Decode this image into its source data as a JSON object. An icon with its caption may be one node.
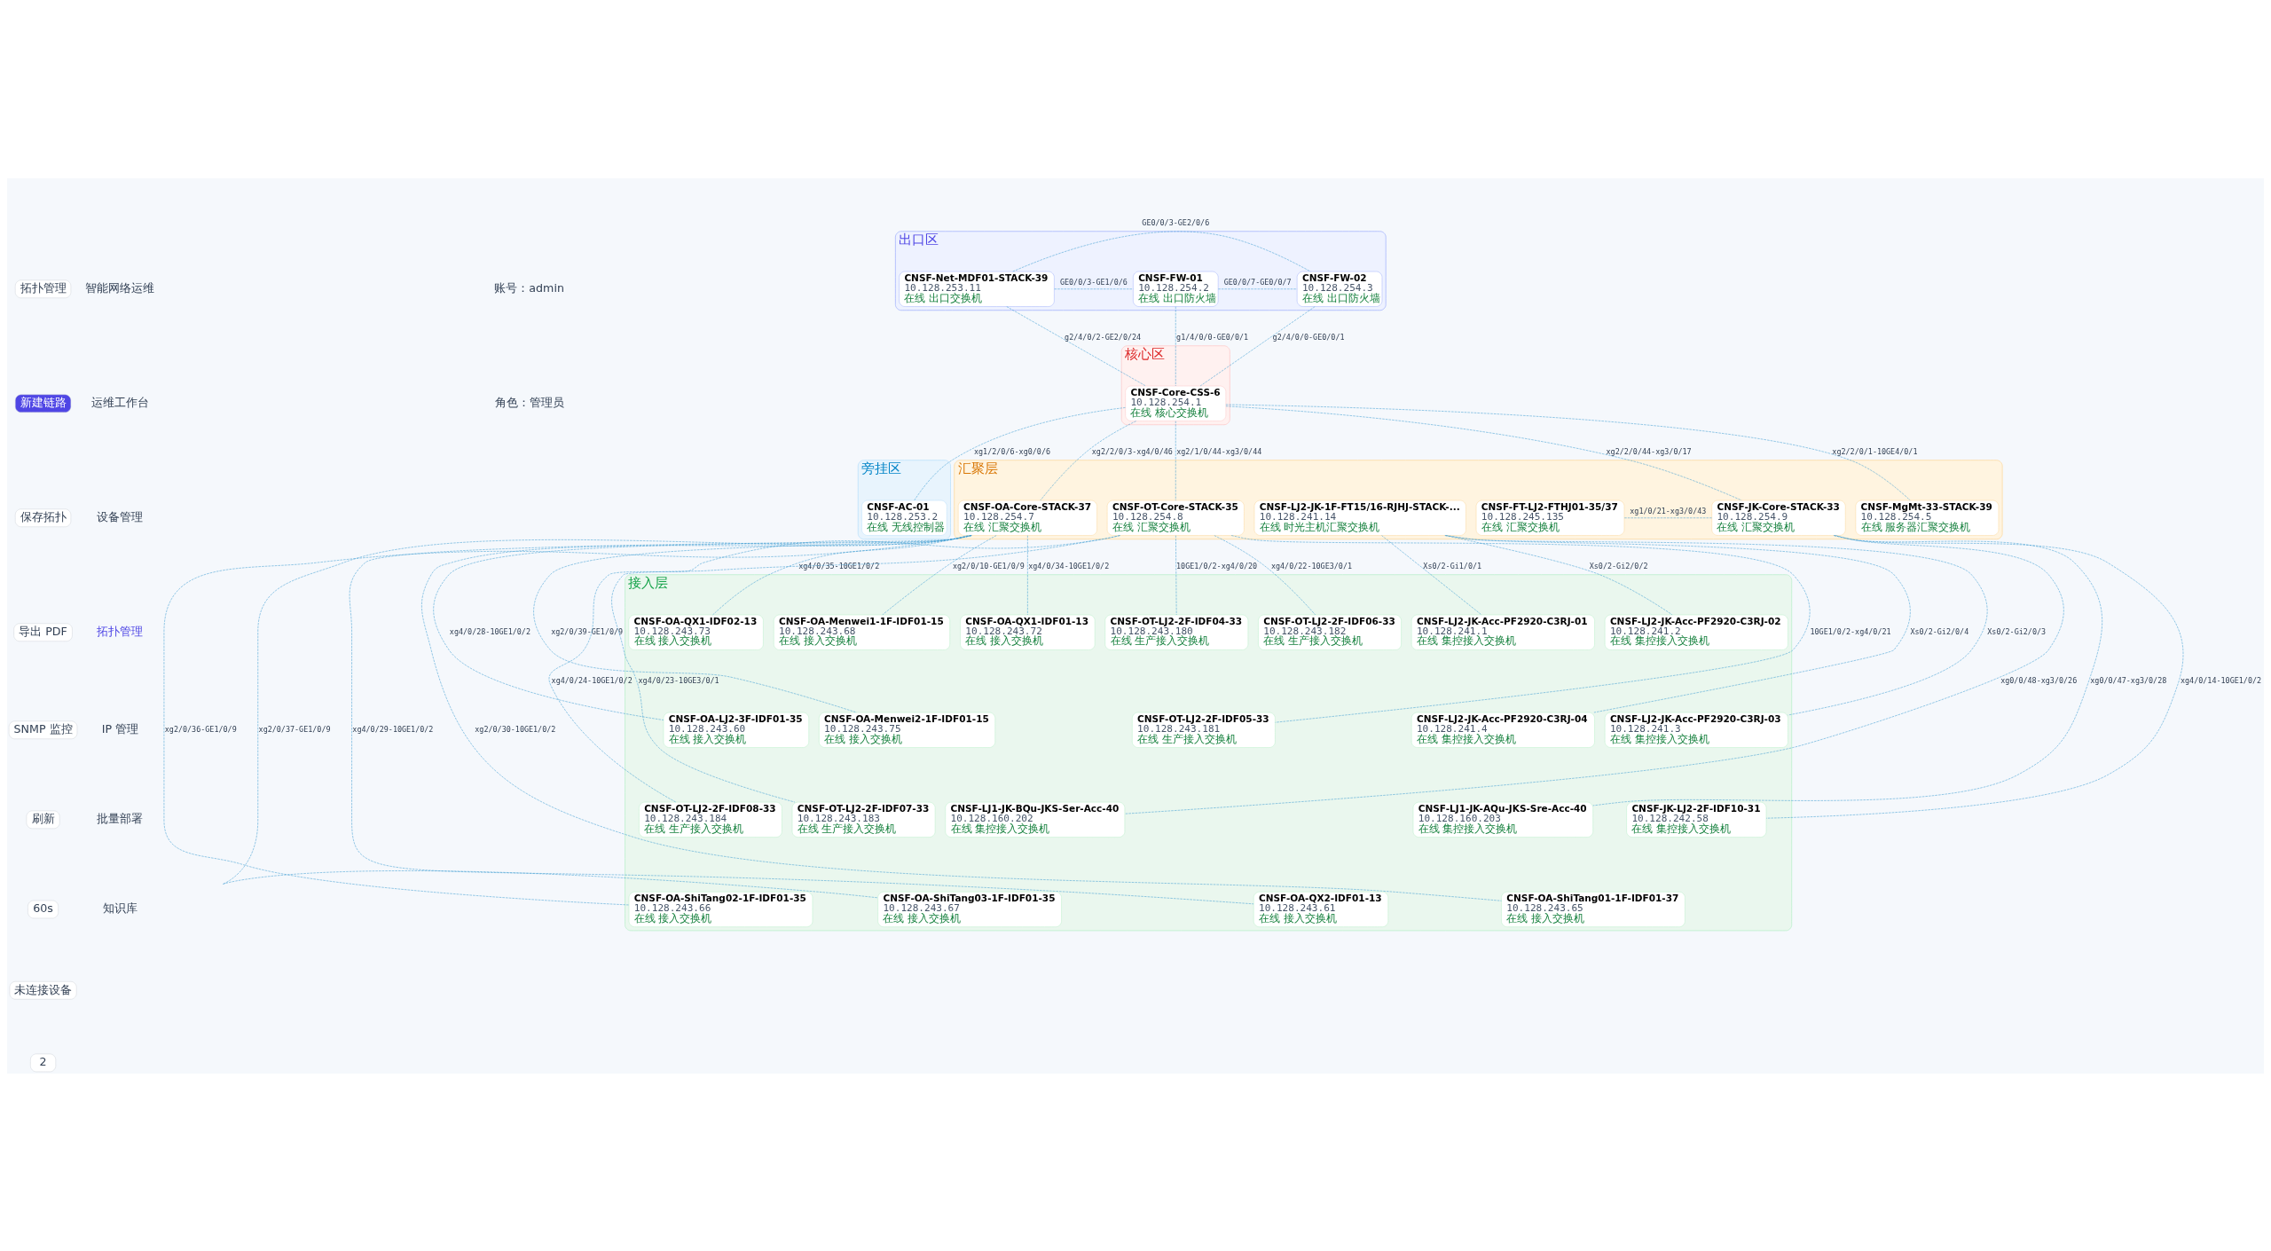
{
  "diagram": {
    "nodes": [
      {
        "text": [
          "出口区"
        ]
      },
      {
        "text": [
          "CNSF-Net-MDF01-STACK-39",
          "10.128.253.11",
          "在线 出口交换机"
        ],
        "in": 0
      },
      {
        "text": [
          "CNSF-FW-01",
          "10.128.254.2",
          "在线 出口防火墙"
        ],
        "in": 0
      },
      {
        "text": [
          "CNSF-FW-02",
          "10.128.254.3",
          "在线 出口防火墙"
        ],
        "in": 0
      },
      {
        "text": [
          "核心区"
        ]
      },
      {
        "text": [
          "CNSF-Core-CSS-6",
          "10.128.254.1",
          "在线 核心交换机"
        ],
        "in": 4
      },
      {
        "text": [
          "旁挂区"
        ]
      },
      {
        "text": [
          "CNSF-AC-01",
          "10.128.253.2",
          "在线 无线控制器"
        ],
        "in": 6
      },
      {
        "text": [
          "汇聚层"
        ]
      },
      {
        "text": [
          "CNSF-LJ2-JK-1F-FT15/16-RJHJ-STACK-...",
          "10.128.241.14",
          "在线 时光主机汇聚交换机"
        ],
        "in": 8
      },
      {
        "text": [
          "CNSF-OA-Core-STACK-37",
          "10.128.254.7",
          "在线 汇聚交换机"
        ],
        "in": 8
      },
      {
        "text": [
          "CNSF-JK-Core-STACK-33",
          "10.128.254.9",
          "在线 汇聚交换机"
        ],
        "in": 8
      },
      {
        "text": [
          "CNSF-FT-LJ2-FTHJ01-35/37",
          "10.128.245.135",
          "在线 汇聚交换机"
        ],
        "in": 8
      },
      {
        "text": [
          "CNSF-OT-Core-STACK-35",
          "10.128.254.8",
          "在线 汇聚交换机"
        ],
        "in": 8
      },
      {
        "text": [
          "CNSF-MgMt-33-STACK-39",
          "10.128.254.5",
          "在线 服务器汇聚交换机"
        ],
        "in": 8
      },
      {
        "text": [
          "接入层"
        ]
      },
      {
        "text": [
          "CNSF-LJ2-JK-Acc-PF2920-C3RJ-02",
          "10.128.241.2",
          "在线 集控接入交换机"
        ],
        "in": 15
      },
      {
        "text": [
          "CNSF-LJ2-JK-Acc-PF2920-C3RJ-01",
          "10.128.241.1",
          "在线 集控接入交换机"
        ],
        "in": 15
      },
      {
        "text": [
          "CNSF-LJ2-JK-Acc-PF2920-C3RJ-03",
          "10.128.241.3",
          "在线 集控接入交换机"
        ],
        "in": 15
      },
      {
        "text": [
          "CNSF-LJ2-JK-Acc-PF2920-C3RJ-04",
          "10.128.241.4",
          "在线 集控接入交换机"
        ],
        "in": 15
      },
      {
        "text": [
          "CNSF-OA-QX1-IDF02-13",
          "10.128.243.73",
          "在线 接入交换机"
        ],
        "in": 15
      },
      {
        "text": [
          "CNSF-OA-Menwei1-1F-IDF01-15",
          "10.128.243.68",
          "在线 接入交换机"
        ],
        "in": 15
      },
      {
        "text": [
          "CNSF-OA-QX1-IDF01-13",
          "10.128.243.72",
          "在线 接入交换机"
        ],
        "in": 15
      },
      {
        "text": [
          "CNSF-OA-Menwei2-1F-IDF01-15",
          "10.128.243.75",
          "在线 接入交换机"
        ],
        "in": 15
      },
      {
        "text": [
          "CNSF-OA-LJ2-3F-IDF01-35",
          "10.128.243.60",
          "在线 接入交换机"
        ],
        "in": 15
      },
      {
        "text": [
          "CNSF-JK-LJ2-2F-IDF10-31",
          "10.128.242.58",
          "在线 集控接入交换机"
        ],
        "in": 15
      },
      {
        "text": [
          "CNSF-LJ1-JK-AQu-JKS-Sre-Acc-40",
          "10.128.160.203",
          "在线 集控接入交换机"
        ],
        "in": 15
      },
      {
        "text": [
          "CNSF-LJ1-JK-BQu-JKS-Ser-Acc-40",
          "10.128.160.202",
          "在线 集控接入交换机"
        ],
        "in": 15
      },
      {
        "text": [
          "CNSF-OT-LJ2-2F-IDF05-33",
          "10.128.243.181",
          "在线 生产接入交换机"
        ],
        "in": 15
      },
      {
        "text": [
          "CNSF-OT-LJ2-2F-IDF08-33",
          "10.128.243.184",
          "在线 生产接入交换机"
        ],
        "in": 15
      },
      {
        "text": [
          "CNSF-OT-LJ2-2F-IDF07-33",
          "10.128.243.183",
          "在线 生产接入交换机"
        ],
        "in": 15
      },
      {
        "text": [
          "CNSF-OT-LJ2-2F-IDF06-33",
          "10.128.243.182",
          "在线 生产接入交换机"
        ],
        "in": 15
      },
      {
        "text": [
          "CNSF-OT-LJ2-2F-IDF04-33",
          "10.128.243.180",
          "在线 生产接入交换机"
        ],
        "in": 15
      },
      {
        "text": [
          "CNSF-OA-ShiTang01-1F-IDF01-37",
          "10.128.243.65",
          "在线 接入交换机"
        ],
        "in": 15
      },
      {
        "text": [
          "CNSF-OA-QX2-IDF01-13",
          "10.128.243.61",
          "在线 接入交换机"
        ],
        "in": 15
      },
      {
        "text": [
          "CNSF-OA-ShiTang03-1F-IDF01-35",
          "10.128.243.67",
          "在线 接入交换机"
        ],
        "in": 15
      },
      {
        "text": [
          "CNSF-OA-ShiTang02-1F-IDF01-35",
          "10.128.243.66",
          "在线 接入交换机"
        ],
        "in": 15
      }
    ],
    "edges": [
      {
        "from": 1,
        "to": 2,
        "arrow": "none",
        "style": "dashed",
        "label": "GE0/0/3-GE1/0/6"
      },
      {
        "from": 1,
        "to": 3,
        "arrow": "none",
        "style": "dashed",
        "label": "GE0/0/3-GE2/0/6"
      },
      {
        "from": 2,
        "to": 3,
        "arrow": "none",
        "style": "dashed",
        "label": "GE0/0/7-GE0/0/7"
      },
      {
        "from": 1,
        "to": 5,
        "arrow": "none",
        "style": "dashed",
        "label": "g2/4/0/2-GE2/0/24"
      },
      {
        "from": 2,
        "to": 5,
        "arrow": "none",
        "style": "dashed",
        "label": "g1/4/0/0-GE0/0/1"
      },
      {
        "from": 3,
        "to": 5,
        "arrow": "none",
        "style": "dashed",
        "label": "g2/4/0/0-GE0/0/1"
      },
      {
        "from": 5,
        "to": 7,
        "arrow": "none",
        "style": "dashed",
        "label": "xg1/2/0/6-xg0/0/6"
      },
      {
        "from": 5,
        "to": 10,
        "arrow": "none",
        "style": "dashed",
        "label": "xg2/2/0/3-xg4/0/46"
      },
      {
        "from": 5,
        "to": 11,
        "arrow": "none",
        "style": "dashed",
        "label": "xg2/2/0/44-xg3/0/17"
      },
      {
        "from": 5,
        "to": 13,
        "arrow": "none",
        "style": "dashed",
        "label": "xg2/1/0/44-xg3/0/44"
      },
      {
        "from": 5,
        "to": 14,
        "arrow": "none",
        "style": "dashed",
        "label": "xg2/2/0/1-10GE4/0/1"
      },
      {
        "from": 11,
        "to": 12,
        "arrow": "none",
        "style": "dashed",
        "label": "xg1/0/21-xg3/0/43"
      },
      {
        "from": 9,
        "to": 16,
        "arrow": "none",
        "style": "dashed",
        "label": "Xs0/2-Gi2/0/2"
      },
      {
        "from": 9,
        "to": 17,
        "arrow": "none",
        "style": "dashed",
        "label": "Xs0/2-Gi1/0/1"
      },
      {
        "from": 9,
        "to": 18,
        "arrow": "none",
        "style": "dashed",
        "label": "Xs0/2-Gi2/0/3"
      },
      {
        "from": 9,
        "to": 19,
        "arrow": "none",
        "style": "dashed",
        "label": "Xs0/2-Gi2/0/4"
      },
      {
        "from": 10,
        "to": 20,
        "arrow": "none",
        "style": "dashed",
        "label": "xg4/0/35-10GE1/0/2"
      },
      {
        "from": 10,
        "to": 21,
        "arrow": "none",
        "style": "dashed",
        "label": "xg2/0/10-GE1/0/9"
      },
      {
        "from": 10,
        "to": 22,
        "arrow": "none",
        "style": "dashed",
        "label": "xg4/0/34-10GE1/0/2"
      },
      {
        "from": 10,
        "to": 23,
        "arrow": "none",
        "style": "dashed",
        "label": "xg2/0/39-GE1/0/9"
      },
      {
        "from": 10,
        "to": 24,
        "arrow": "none",
        "style": "dashed",
        "label": "xg4/0/28-10GE1/0/2"
      },
      {
        "from": 10,
        "to": 33,
        "arrow": "none",
        "style": "dashed",
        "label": "xg2/0/30-10GE1/0/2"
      },
      {
        "from": 10,
        "to": 34,
        "arrow": "none",
        "style": "dashed",
        "label": "xg4/0/29-10GE1/0/2"
      },
      {
        "from": 10,
        "to": 35,
        "arrow": "none",
        "style": "dashed",
        "label": "xg2/0/37-GE1/0/9"
      },
      {
        "from": 10,
        "to": 36,
        "arrow": "none",
        "style": "dashed",
        "label": "xg2/0/36-GE1/0/9"
      },
      {
        "from": 11,
        "to": 25,
        "arrow": "none",
        "style": "dashed",
        "label": "xg4/0/14-10GE1/0/2"
      },
      {
        "from": 11,
        "to": 26,
        "arrow": "none",
        "style": "dashed",
        "label": "xg0/0/47-xg3/0/28"
      },
      {
        "from": 11,
        "to": 27,
        "arrow": "none",
        "style": "dashed",
        "label": "xg0/0/48-xg3/0/26"
      },
      {
        "from": 13,
        "to": 31,
        "arrow": "none",
        "style": "dashed",
        "label": "xg4/0/22-10GE3/0/1"
      },
      {
        "from": 13,
        "to": 32,
        "arrow": "none",
        "style": "dashed",
        "label": "10GE1/0/2-xg4/0/20"
      },
      {
        "from": 13,
        "to": 28,
        "arrow": "none",
        "style": "dashed",
        "label": "10GE1/0/2-xg4/0/21"
      },
      {
        "from": 13,
        "to": 29,
        "arrow": "none",
        "style": "dashed",
        "label": "xg4/0/24-10GE1/0/2"
      },
      {
        "from": 13,
        "to": 30,
        "arrow": "none",
        "style": "dashed",
        "label": "xg4/0/23-10GE3/0/1"
      }
    ],
    "labels": [
      "智能网络运维",
      "运维工作台",
      "设备管理",
      "拓扑管理",
      "IP 管理",
      "批量部署",
      "知识库",
      "账号：admin",
      "角色：管理员",
      "拓扑管理",
      "新建链路",
      "保存拓扑",
      "导出 PDF",
      "SNMP 监控",
      "刷新",
      "60s",
      "未连接设备",
      "2"
    ]
  }
}
